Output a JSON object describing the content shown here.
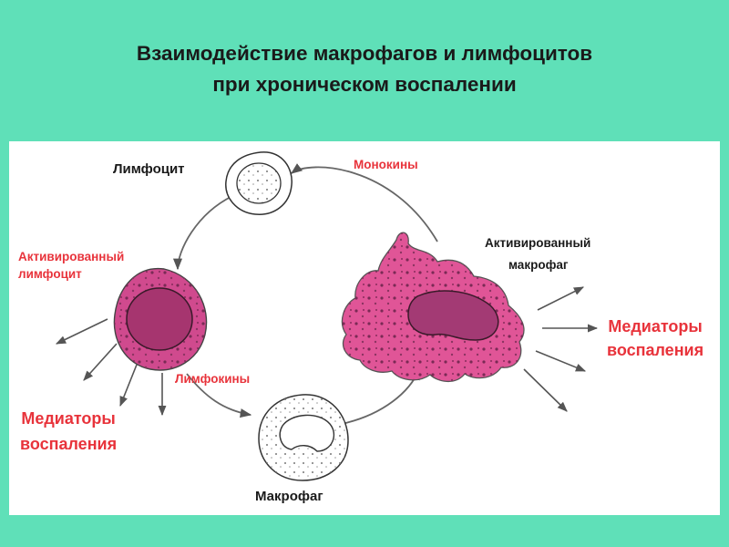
{
  "title": {
    "line1": "Взаимодействие макрофагов и лимфоцитов",
    "line2": "при хроническом воспалении"
  },
  "diagram": {
    "lymphocyte": "Лимфоцит",
    "monokines": "Монокины",
    "activated_lymphocyte_1": "Активированный",
    "activated_lymphocyte_2": "лимфоцит",
    "activated_macrophage_1": "Активированный",
    "activated_macrophage_2": "макрофаг",
    "mediators_right_1": "Медиаторы",
    "mediators_right_2": "воспаления",
    "lymphokines": "Лимфокины",
    "mediators_left_1": "Медиаторы",
    "mediators_left_2": "воспаления",
    "macrophage": "Макрофаг"
  },
  "colors": {
    "background": "#5fe0b8",
    "accent_red": "#e8333b",
    "cell_pink": "#e86aa8",
    "nucleus_purple": "#9c3a78"
  }
}
